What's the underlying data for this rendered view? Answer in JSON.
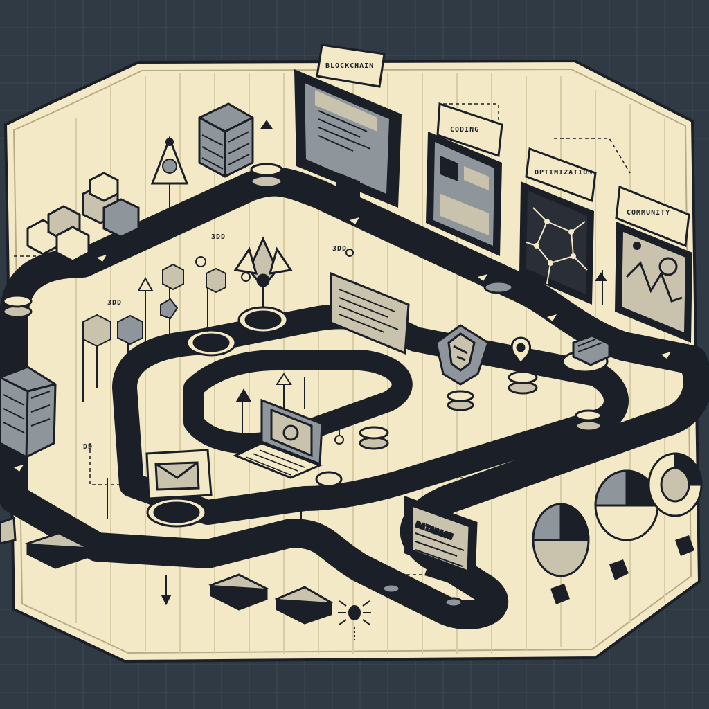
{
  "labels": {
    "banner_top": "BLOCKCHAIN",
    "banner_coding": "CODING",
    "banner_optimization": "OPTIMIZATION",
    "banner_community": "COMMUNITY",
    "screen_text": "DATABASE",
    "small_1": "3DD",
    "small_2": "3DD",
    "small_3": "3DD",
    "small_4": "DD"
  },
  "colors": {
    "background": "#2f3a44",
    "parchment": "#f3e9c6",
    "road": "#1b1f27",
    "ink": "#1b1f27",
    "screen": "#8e959b",
    "accent": "#c9c3ad"
  },
  "icons": [
    "server-stack-icon",
    "nodes-icon",
    "cube-icon",
    "monitor-icon",
    "tablet-icon",
    "network-graph-icon",
    "line-chart-icon",
    "laptop-icon",
    "envelope-icon",
    "coin-stack-icon",
    "shield-icon",
    "location-pin-icon",
    "pie-chart-icon",
    "donut-chart-icon",
    "mouse-icon",
    "bug-icon",
    "card-icon"
  ]
}
